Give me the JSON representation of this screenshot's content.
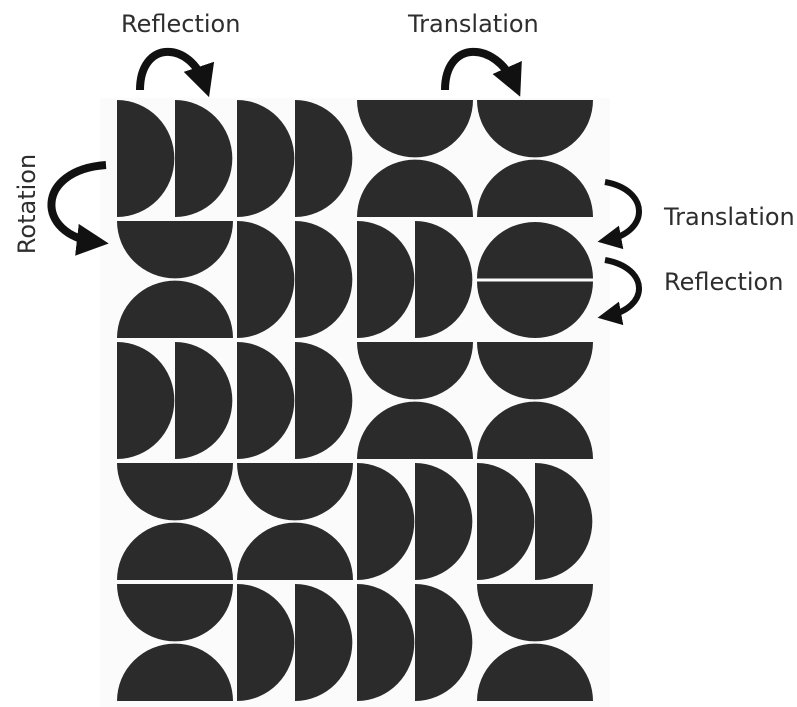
{
  "labels": {
    "top_reflection": "Reflection",
    "top_translation": "Translation",
    "left_rotation": "Rotation",
    "right_translation": "Translation",
    "right_reflection": "Reflection"
  },
  "colors": {
    "shape": "#2b2b2b",
    "paper": "#fbfbfb",
    "arrow": "#111111"
  },
  "grid": {
    "columns": 4,
    "rows": 5,
    "tile_type": "two half-circles per cell",
    "cells": [
      [
        "left-right",
        "left-right",
        "down-down",
        "down-down"
      ],
      [
        "down-down",
        "left-right",
        "left-right",
        "down-up"
      ],
      [
        "left-right",
        "left-right",
        "down-down",
        "down-down"
      ],
      [
        "down-down",
        "down-down",
        "left-right",
        "left-right"
      ],
      [
        "down-down",
        "left-right",
        "left-right",
        "down-down"
      ]
    ]
  }
}
